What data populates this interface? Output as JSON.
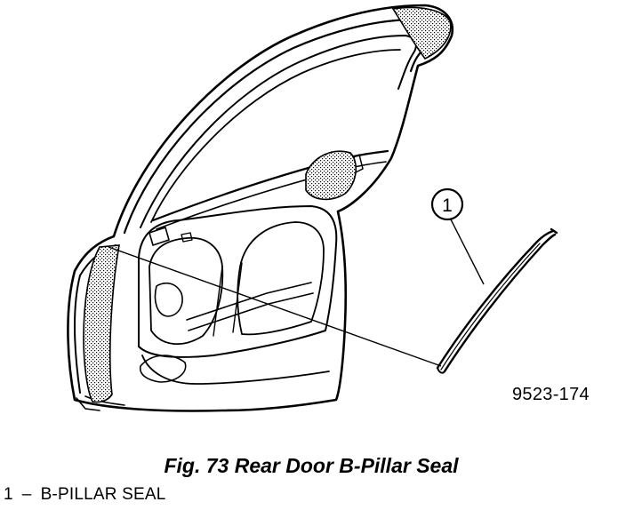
{
  "diagram": {
    "callouts": [
      {
        "number": "1"
      }
    ],
    "figure_code": "9523-174"
  },
  "caption": "Fig. 73 Rear Door B-Pillar Seal",
  "legend": [
    {
      "number": "1",
      "separator": "–",
      "label": "B-PILLAR SEAL"
    }
  ]
}
